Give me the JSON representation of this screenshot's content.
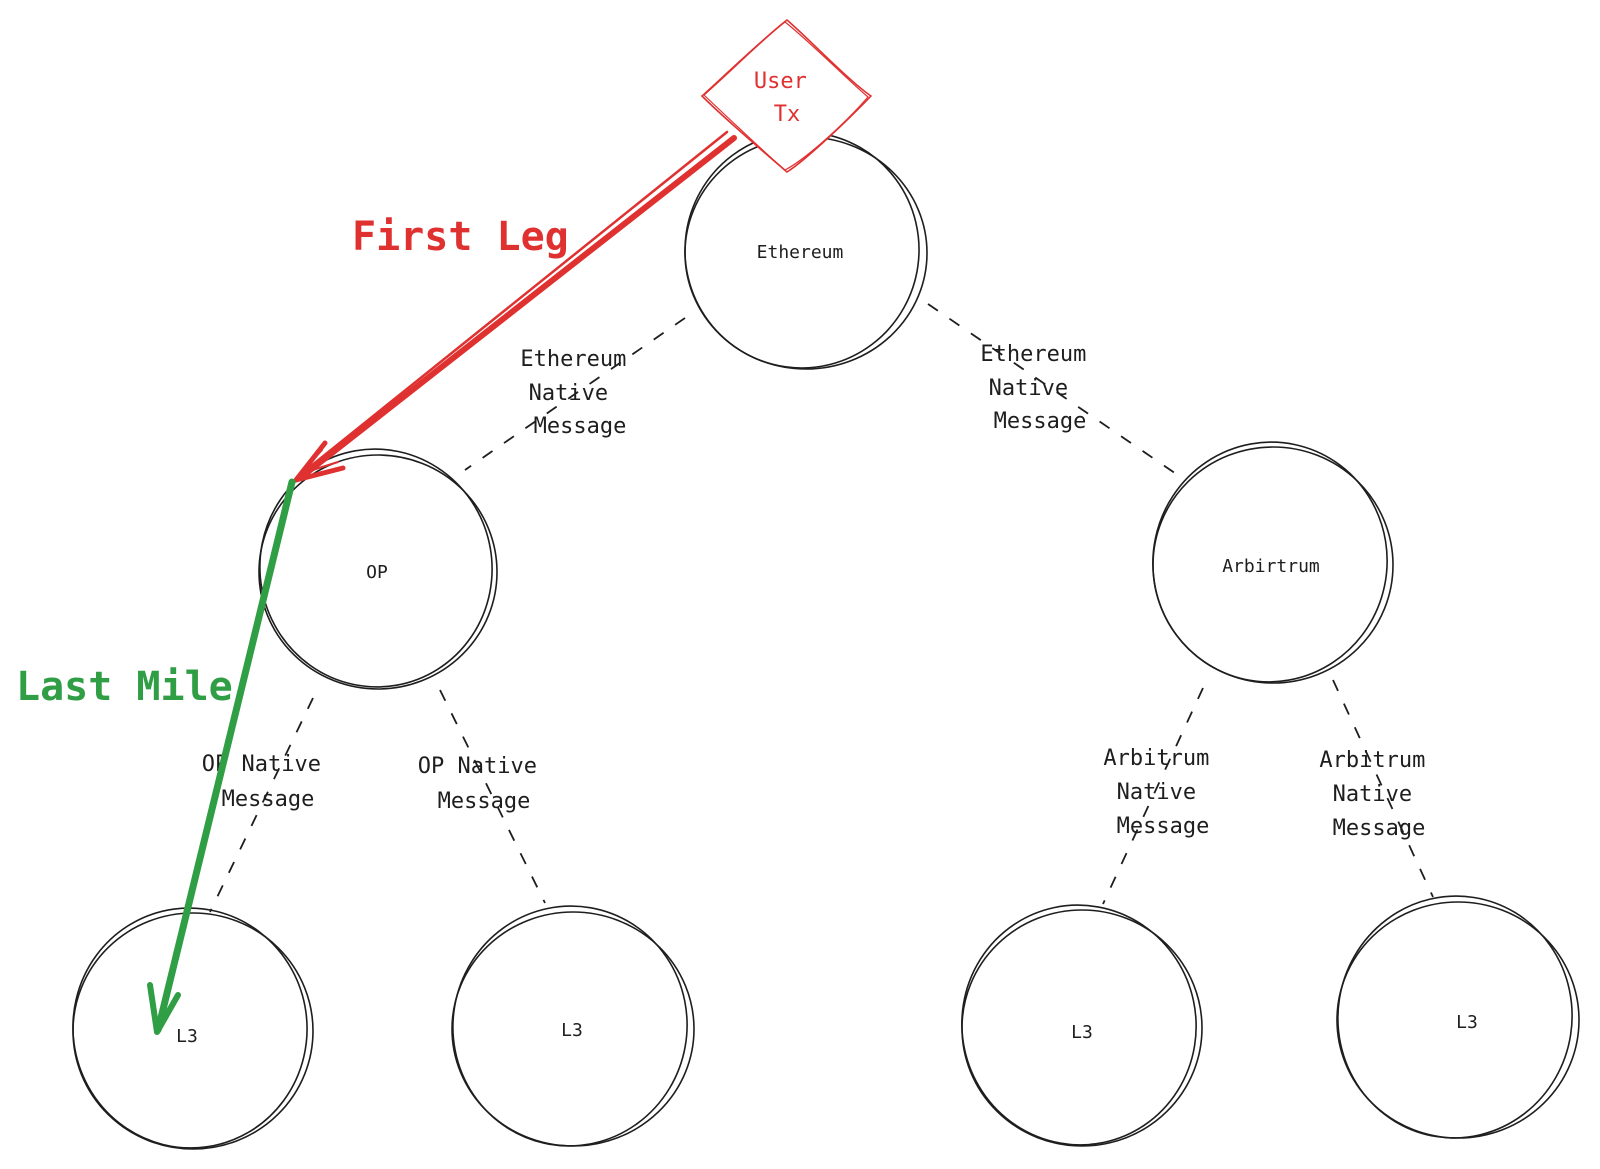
{
  "colors": {
    "ink": "#1e1e1e",
    "first_leg": "#e03131",
    "last_mile": "#2f9e44"
  },
  "nodes": {
    "ethereum": "Ethereum",
    "op": "OP",
    "arbitrum": "Arbirtrum",
    "op_l3_a": "L3",
    "op_l3_b": "L3",
    "arb_l3_a": "L3",
    "arb_l3_b": "L3"
  },
  "user_tx": {
    "line1": "User",
    "line2": "Tx"
  },
  "edges": {
    "eth_op": [
      "Ethereum",
      "Native",
      "Message"
    ],
    "eth_arb": [
      "Ethereum",
      "Native",
      "Message"
    ],
    "op_l3_a": [
      "OP Native",
      "Message"
    ],
    "op_l3_b": [
      "OP Native",
      "Message"
    ],
    "arb_l3_a": [
      "Arbitrum",
      "Native",
      "Message"
    ],
    "arb_l3_b": [
      "Arbitrum",
      "Native",
      "Message"
    ]
  },
  "annotations": {
    "first_leg": "First Leg",
    "last_mile": "Last Mile"
  }
}
